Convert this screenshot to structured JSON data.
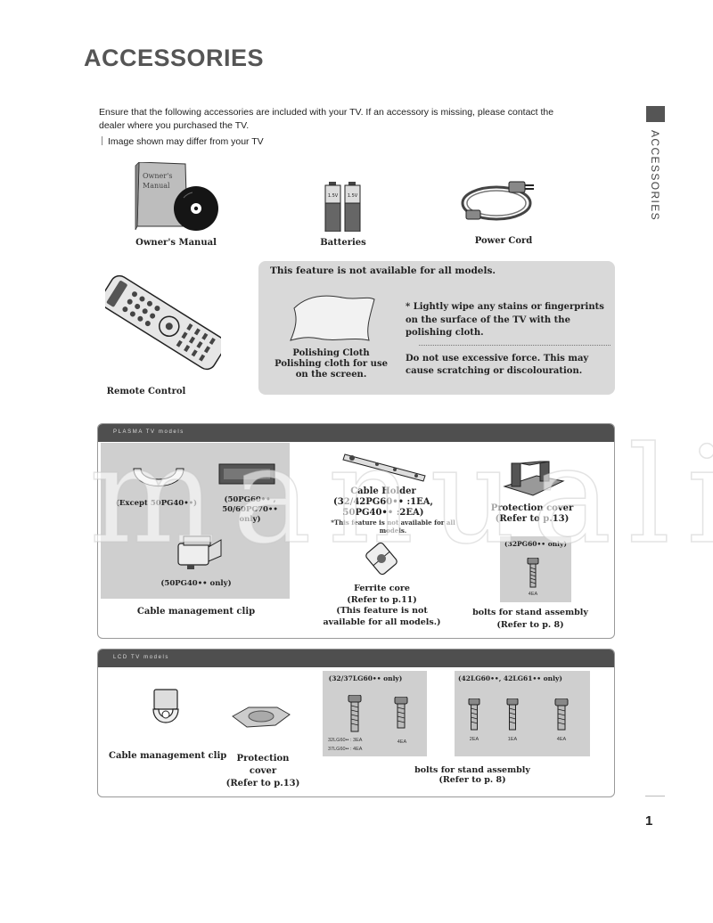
{
  "title": "ACCESSORIES",
  "intro": "Ensure that the following accessories are included with your TV. If an accessory is missing, please contact the dealer where you purchased the TV.",
  "note": "Image shown may differ from your TV",
  "side_tab": "ACCESSORIES",
  "page_number": "1",
  "items_top": {
    "owners_manual": "Owner's Manual",
    "manual_cover_text": "Owner's Manual",
    "batteries": "Batteries",
    "power_cord": "Power Cord",
    "remote_control": "Remote Control"
  },
  "feature_box": {
    "title": "This feature is not available for all models.",
    "cloth_label_1": "Polishing Cloth",
    "cloth_label_2": "Polishing cloth for use on the screen.",
    "note_1": "* Lightly wipe any stains or fingerprints on the surface of the TV with the polishing cloth.",
    "note_2": "Do not use excessive force. This may cause scratching or discolouration."
  },
  "plasma": {
    "header": "PLASMA TV models",
    "except_label": "(Except 50PG40••)",
    "pg60_label": "(50PG60•• , 50/60PC70•• only)",
    "pg40_label": "(50PG40•• only)",
    "clip_label": "Cable management clip",
    "holder_title": "Cable Holder",
    "holder_detail": "(32/42PG60•• :1EA, 50PG40•• :2EA)",
    "holder_note": "*This feature is not available for all models.",
    "protection_title": "Protection cover",
    "protection_ref": "(Refer to p.13)",
    "ferrite_title": "Ferrite core",
    "ferrite_ref": "(Refer to p.11)",
    "ferrite_note": "(This feature is not available for all models.)",
    "bolt_model": "(32PG60•• only)",
    "bolt_count": "4EA",
    "bolts_label": "bolts for stand assembly",
    "bolts_ref": "(Refer to p. 8)"
  },
  "lcd": {
    "header": "LCD TV models",
    "clip_label": "Cable management clip",
    "protection_title": "Protection cover",
    "protection_ref": "(Refer to p.13)",
    "group1_model": "(32/37LG60•• only)",
    "group1_count_a": "32LG60•• : 3EA",
    "group1_count_b": "37LG60•• : 4EA",
    "group1_count_c": "4EA",
    "group2_model": "(42LG60••, 42LG61•• only)",
    "group2_count_a": "2EA",
    "group2_count_b": "1EA",
    "group2_count_c": "4EA",
    "bolts_label": "bolts for stand assembly",
    "bolts_ref": "(Refer to p. 8)"
  },
  "watermark": "manuali",
  "colors": {
    "panel_header": "#4f4f4f",
    "gray_area": "#cfcfcf",
    "feature_box": "#d9d9d9"
  }
}
